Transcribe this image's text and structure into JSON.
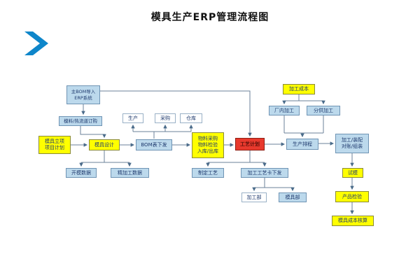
{
  "title": "模具生产ERP管理流程图",
  "colors": {
    "node_yellow": "#ffff00",
    "node_blue": "#bcd9ec",
    "node_red": "#e8392d",
    "node_white": "#ffffff",
    "node_text": "#1f3a6e",
    "connector": "#6b8299",
    "accent_chevron": "#0e86ca"
  },
  "diagram": {
    "nodes": {
      "bom_import": {
        "label": "主BOM导入\nERP系统"
      },
      "order": {
        "label": "模料/热流道订购"
      },
      "production": {
        "label": "生产"
      },
      "purchasing": {
        "label": "采购"
      },
      "warehouse": {
        "label": "仓库"
      },
      "project": {
        "label": "模具立项\n项目计划"
      },
      "design": {
        "label": "模具设计"
      },
      "bom_issue": {
        "label": "BOM表下发"
      },
      "material": {
        "label": "物料采购\n物料检验\n入库/出库"
      },
      "process_plan": {
        "label": "工艺计划"
      },
      "scheduling": {
        "label": "生产排程"
      },
      "assembly": {
        "label": "加工/装配\n对账/组装"
      },
      "mold_data": {
        "label": "开模数据"
      },
      "finish_data": {
        "label": "精加工数据"
      },
      "confirm_process": {
        "label": "制定工艺"
      },
      "process_card": {
        "label": "加工工艺卡下发"
      },
      "machining_dept": {
        "label": "加工部"
      },
      "mold_dept": {
        "label": "模具部"
      },
      "trial": {
        "label": "试模"
      },
      "inspection": {
        "label": "产品检验"
      },
      "cost_calc": {
        "label": "模具成本核算"
      },
      "processing_cost": {
        "label": "加工成本"
      },
      "inhouse": {
        "label": "厂内加工"
      },
      "outsource": {
        "label": "分供加工"
      }
    }
  }
}
